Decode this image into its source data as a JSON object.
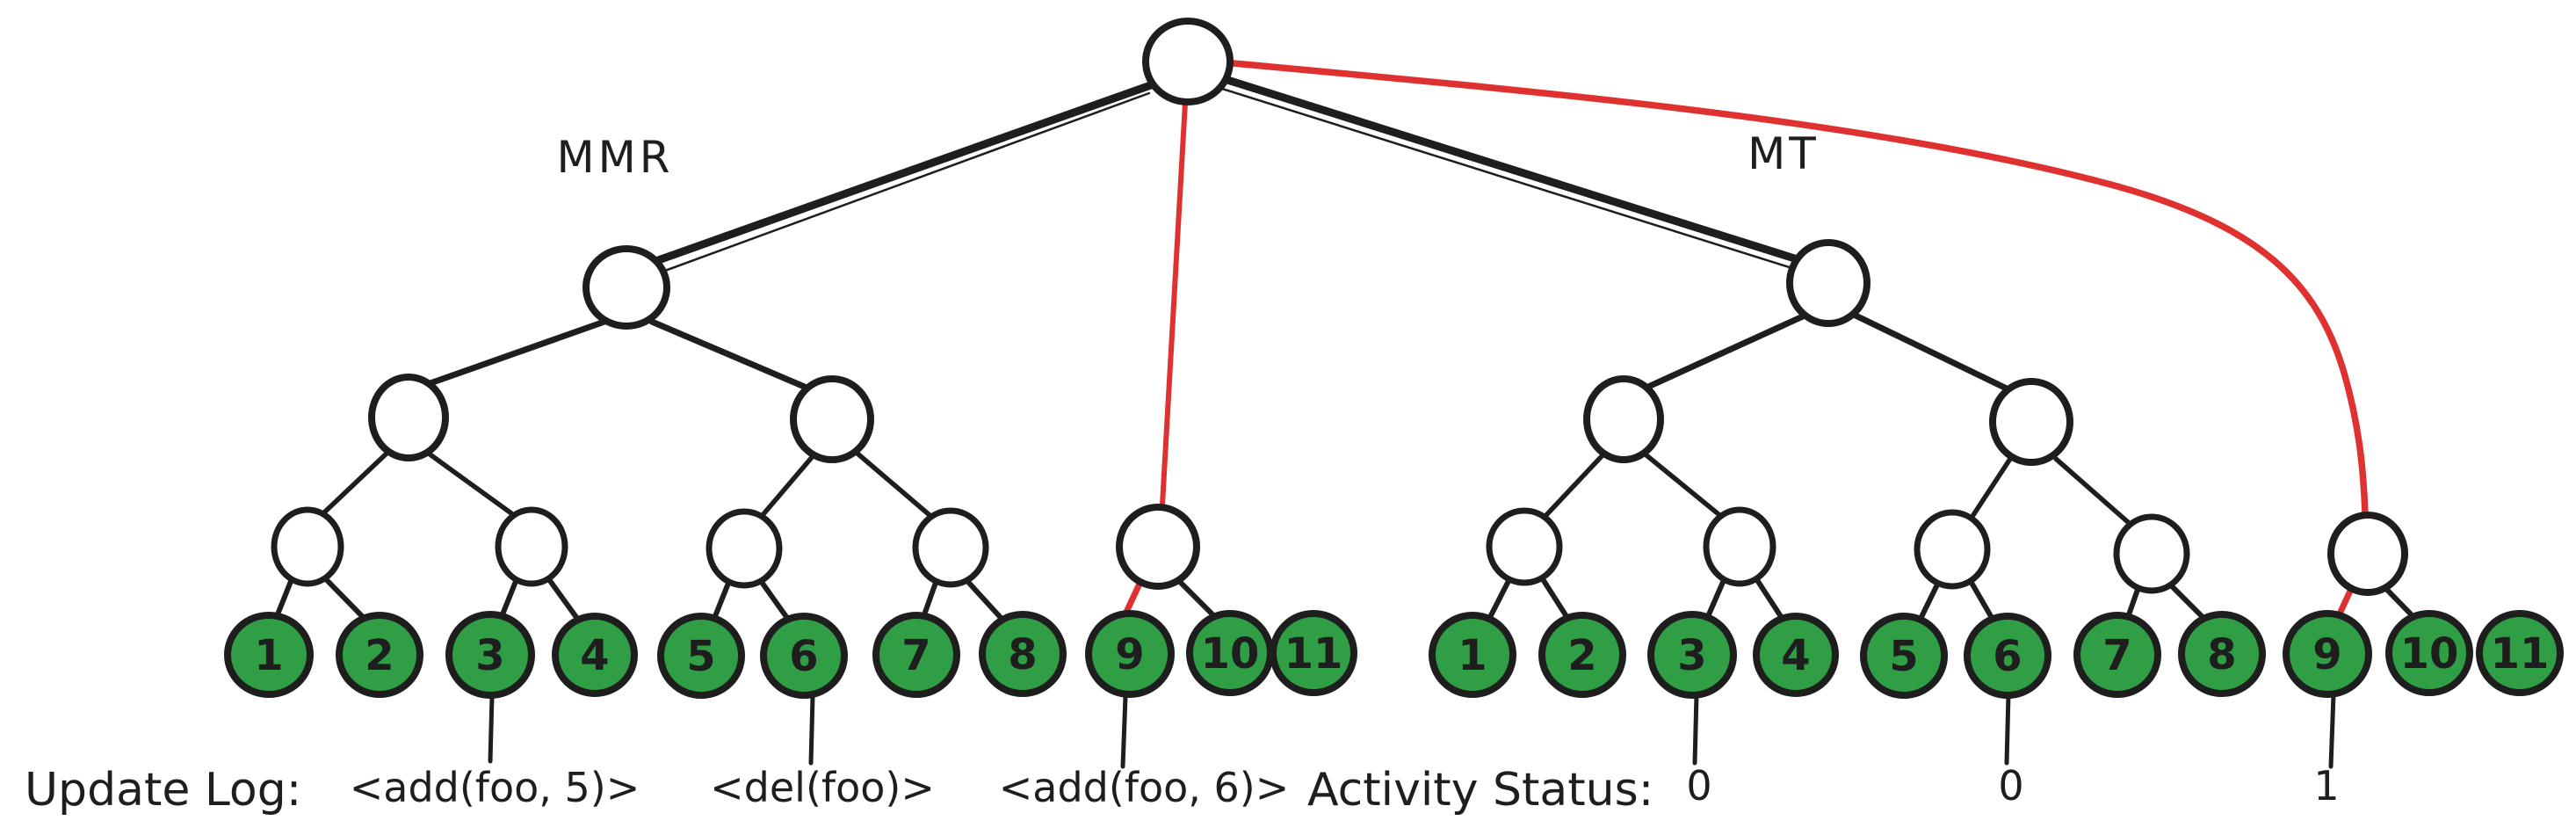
{
  "labels": {
    "left_tree": "MMR",
    "right_tree": "MT"
  },
  "leaves": [
    "1",
    "2",
    "3",
    "4",
    "5",
    "6",
    "7",
    "8",
    "9",
    "10",
    "11"
  ],
  "update_log": {
    "label": "Update Log:",
    "entries": [
      "<add(foo, 5)>",
      "<del(foo)>",
      "<add(foo, 6)>"
    ]
  },
  "activity_status": {
    "label": "Activity Status:",
    "values": [
      "0",
      "0",
      "1"
    ]
  },
  "colors": {
    "ink": "#1e1e1e",
    "leaf_fill": "#2f9e44",
    "highlight_red": "#e03131",
    "background": "#ffffff"
  }
}
